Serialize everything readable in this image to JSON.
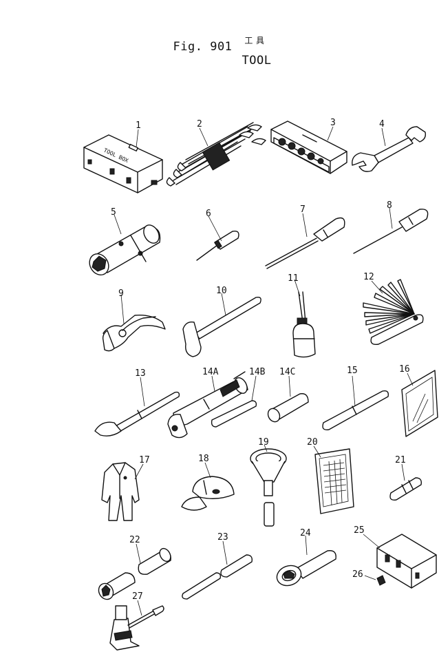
{
  "figure": {
    "label": "Fig. 901",
    "jp_glyph_1": "工",
    "jp_glyph_2": "具",
    "name": "TOOL"
  },
  "tool_box_text": "TOOL BOX",
  "parts": [
    "1",
    "2",
    "3",
    "4",
    "5",
    "6",
    "7",
    "8",
    "9",
    "10",
    "11",
    "12",
    "13",
    "14A",
    "14B",
    "14C",
    "15",
    "16",
    "17",
    "18",
    "19",
    "20",
    "21",
    "22",
    "23",
    "24",
    "25",
    "26",
    "27"
  ]
}
